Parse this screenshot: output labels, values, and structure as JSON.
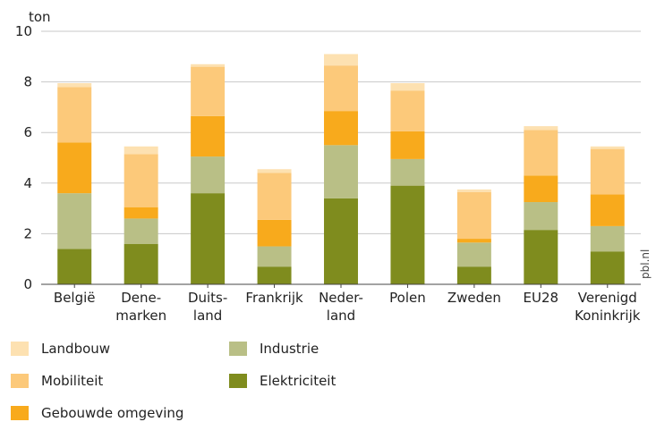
{
  "chart_data": {
    "type": "bar",
    "stacked": true,
    "ylabel": "ton",
    "ylim": [
      0,
      10
    ],
    "yticks": [
      0,
      2,
      4,
      6,
      8,
      10
    ],
    "grid": true,
    "legend_position": "bottom",
    "categories": [
      [
        "België"
      ],
      [
        "Dene-",
        "marken"
      ],
      [
        "Duits-",
        "land"
      ],
      [
        "Frankrijk"
      ],
      [
        "Neder-",
        "land"
      ],
      [
        "Polen"
      ],
      [
        "Zweden"
      ],
      [
        "EU28"
      ],
      [
        "Verenigd",
        "Koninkrijk"
      ]
    ],
    "series": [
      {
        "name": "Elektriciteit",
        "color": "#7f8c1e",
        "values": [
          1.4,
          1.6,
          3.6,
          0.7,
          3.4,
          3.9,
          0.7,
          2.15,
          1.3
        ]
      },
      {
        "name": "Industrie",
        "color": "#b9bf86",
        "values": [
          2.2,
          1.0,
          1.45,
          0.8,
          2.1,
          1.05,
          0.95,
          1.1,
          1.0
        ]
      },
      {
        "name": "Gebouwde omgeving",
        "color": "#f8aa1c",
        "values": [
          2.0,
          0.45,
          1.6,
          1.05,
          1.35,
          1.1,
          0.15,
          1.05,
          1.25
        ]
      },
      {
        "name": "Mobiliteit",
        "color": "#fcc97a",
        "values": [
          2.2,
          2.1,
          1.95,
          1.85,
          1.8,
          1.6,
          1.85,
          1.8,
          1.8
        ]
      },
      {
        "name": "Landbouw",
        "color": "#fde1b1",
        "values": [
          0.15,
          0.3,
          0.1,
          0.15,
          0.45,
          0.3,
          0.1,
          0.15,
          0.1
        ]
      }
    ],
    "source": "pbl.nl"
  },
  "legend": [
    {
      "label": "Landbouw",
      "color": "#fde1b1",
      "col": 0,
      "row": 0
    },
    {
      "label": "Industrie",
      "color": "#b9bf86",
      "col": 1,
      "row": 0
    },
    {
      "label": "Mobiliteit",
      "color": "#fcc97a",
      "col": 0,
      "row": 1
    },
    {
      "label": "Elektriciteit",
      "color": "#7f8c1e",
      "col": 1,
      "row": 1
    },
    {
      "label": "Gebouwde omgeving",
      "color": "#f8aa1c",
      "col": 0,
      "row": 2
    }
  ]
}
